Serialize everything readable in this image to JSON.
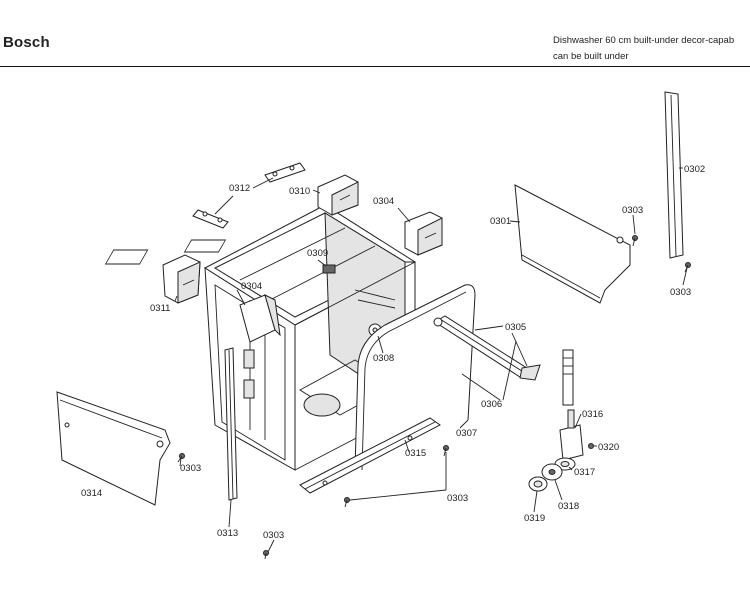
{
  "header": {
    "brand": "Bosch",
    "description_line1": "Dishwasher 60 cm built-under decor-capab",
    "description_line2": "can be built under"
  },
  "callouts": [
    {
      "id": "c0312",
      "label": "0312"
    },
    {
      "id": "c0310",
      "label": "0310"
    },
    {
      "id": "c0304a",
      "label": "0304"
    },
    {
      "id": "c0309",
      "label": "0309"
    },
    {
      "id": "c0304b",
      "label": "0304"
    },
    {
      "id": "c0311",
      "label": "0311"
    },
    {
      "id": "c0308",
      "label": "0308"
    },
    {
      "id": "c0301",
      "label": "0301"
    },
    {
      "id": "c0303a",
      "label": "0303"
    },
    {
      "id": "c0302",
      "label": "0302"
    },
    {
      "id": "c0303b",
      "label": "0303"
    },
    {
      "id": "c0305",
      "label": "0305"
    },
    {
      "id": "c0306",
      "label": "0306"
    },
    {
      "id": "c0307",
      "label": "0307"
    },
    {
      "id": "c0316",
      "label": "0316"
    },
    {
      "id": "c0320",
      "label": "0320"
    },
    {
      "id": "c0317",
      "label": "0317"
    },
    {
      "id": "c0318",
      "label": "0318"
    },
    {
      "id": "c0319",
      "label": "0319"
    },
    {
      "id": "c0315",
      "label": "0315"
    },
    {
      "id": "c0303c",
      "label": "0303"
    },
    {
      "id": "c0314",
      "label": "0314"
    },
    {
      "id": "c0303d",
      "label": "0303"
    },
    {
      "id": "c0313",
      "label": "0313"
    },
    {
      "id": "c0303e",
      "label": "0303"
    }
  ]
}
